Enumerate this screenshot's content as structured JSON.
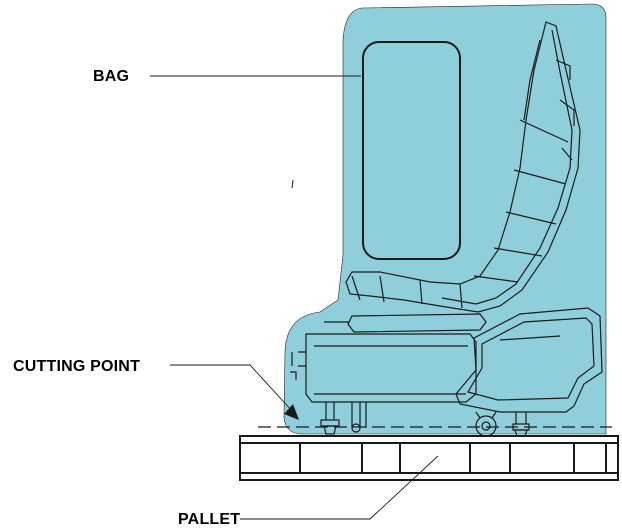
{
  "labels": {
    "bag": "BAG",
    "cutting_point": "CUTTING POINT",
    "pallet": "PALLET"
  },
  "colors": {
    "bag_fill": "#8fcfdb",
    "line": "#000000",
    "background": "#ffffff"
  }
}
